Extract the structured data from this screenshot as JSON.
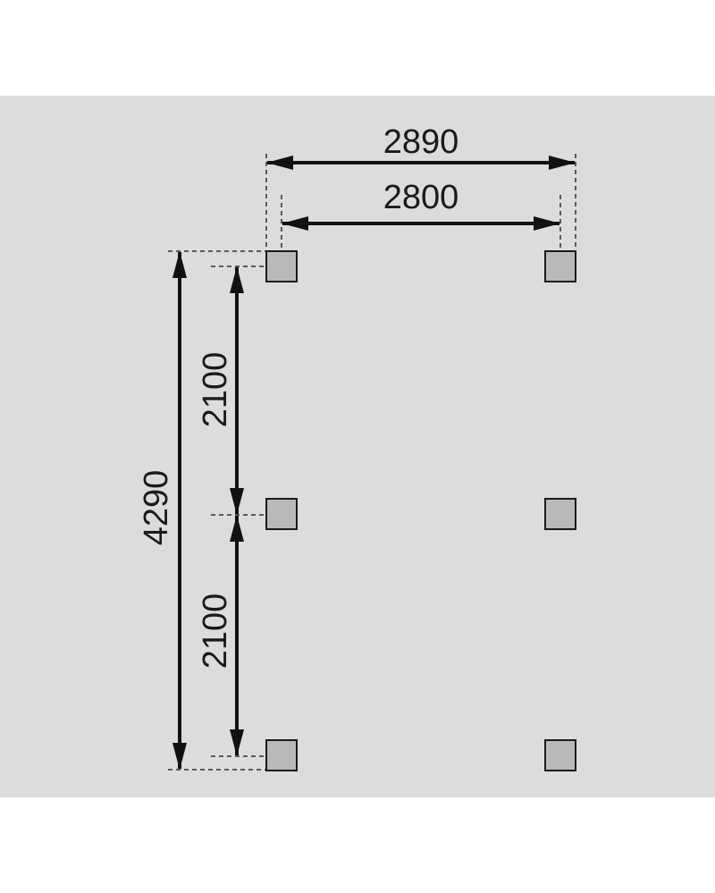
{
  "drawing": {
    "background_color": "#dcdcde",
    "post_fill": "#b9b9bb",
    "post_stroke": "#1a1a1a",
    "line_color": "#111111"
  },
  "dimensions": {
    "outer_width": "2890",
    "inner_width": "2800",
    "outer_length": "4290",
    "span_upper": "2100",
    "span_lower": "2100"
  },
  "posts": [
    {
      "name": "post-top-left"
    },
    {
      "name": "post-top-right"
    },
    {
      "name": "post-middle-left"
    },
    {
      "name": "post-middle-right"
    },
    {
      "name": "post-bottom-left"
    },
    {
      "name": "post-bottom-right"
    }
  ]
}
